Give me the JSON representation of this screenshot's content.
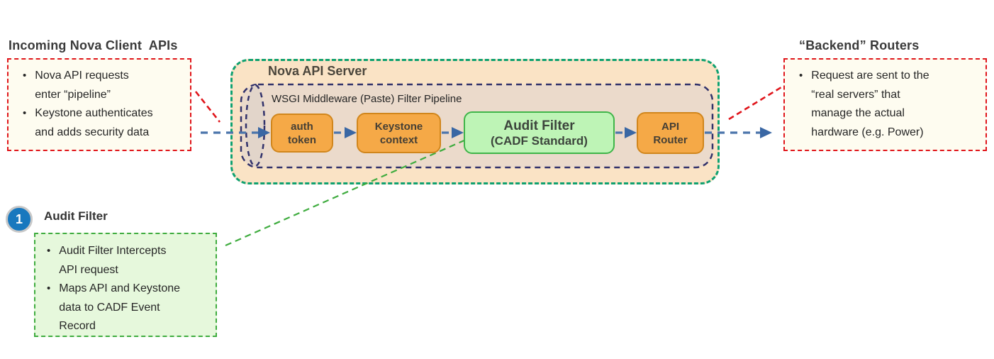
{
  "colors": {
    "nova_fill": "#fae3c5",
    "nova_border": "#0fa170",
    "pipeline_fill": "#ebdacb",
    "pipeline_border": "#32326b",
    "stage_orange_fill": "#f5a947",
    "stage_orange_border": "#d1861c",
    "stage_green_fill": "#bef4b6",
    "stage_green_border": "#3fb549",
    "note_cream_fill": "#fefcf0",
    "note_red_border": "#e0151b",
    "note_green_fill": "#e6f8dc",
    "note_green_border": "#3fac3f",
    "arrow_blue": "#4a74ab",
    "badge_blue": "#1878be",
    "badge_ring_gray": "#c8c8c8"
  },
  "left_note": {
    "heading": "Incoming Nova Client  APIs",
    "bullets": [
      "Nova API requests\nenter “pipeline”",
      "Keystone authenticates\nand adds security data"
    ]
  },
  "server": {
    "title": "Nova API Server",
    "pipeline_label": "WSGI Middleware (Paste) Filter Pipeline",
    "stages": [
      {
        "line1": "auth",
        "line2": "token"
      },
      {
        "line1": "Keystone",
        "line2": "context"
      },
      {
        "line1": "Audit Filter",
        "line2": "(CADF Standard)"
      },
      {
        "line1": "API",
        "line2": "Router"
      }
    ]
  },
  "right_note": {
    "heading": "“Backend” Routers",
    "bullets": [
      "Request are sent to the\n“real servers” that\nmanage the actual\nhardware (e.g. Power)"
    ]
  },
  "callout": {
    "number": "1",
    "title": "Audit Filter",
    "bullets": [
      "Audit Filter Intercepts\nAPI request",
      "Maps API and Keystone\ndata to CADF Event\nRecord"
    ]
  }
}
